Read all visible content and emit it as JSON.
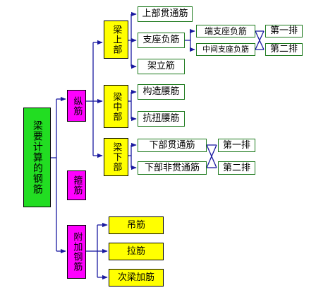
{
  "root": {
    "label": "梁要计算的钢筋"
  },
  "level1": {
    "zongjin": "纵筋",
    "gujin": "箍筋",
    "fujia": "附加钢筋"
  },
  "level2": {
    "liang_shang": "梁上部",
    "liang_zhong": "梁中部",
    "liang_xia": "梁下部"
  },
  "shang_items": [
    "上部贯通筋",
    "支座负筋",
    "架立筋"
  ],
  "zhizuo_items": [
    "端支座负筋",
    "中间支座负筋"
  ],
  "pai": [
    "第一排",
    "第二排"
  ],
  "zhong_items": [
    "构造腰筋",
    "抗扭腰筋"
  ],
  "xia_items": [
    "下部贯通筋",
    "下部非贯通筋"
  ],
  "xia_pai": [
    "第一排",
    "第二排"
  ],
  "fujia_items": [
    "吊筋",
    "拉筋",
    "次梁加筋"
  ],
  "colors": {
    "root": "#22dd22",
    "level1": "#ff00ff",
    "level2": "#ffff00",
    "connector": "#1a1aa0",
    "outline": "#1d7a1d"
  }
}
